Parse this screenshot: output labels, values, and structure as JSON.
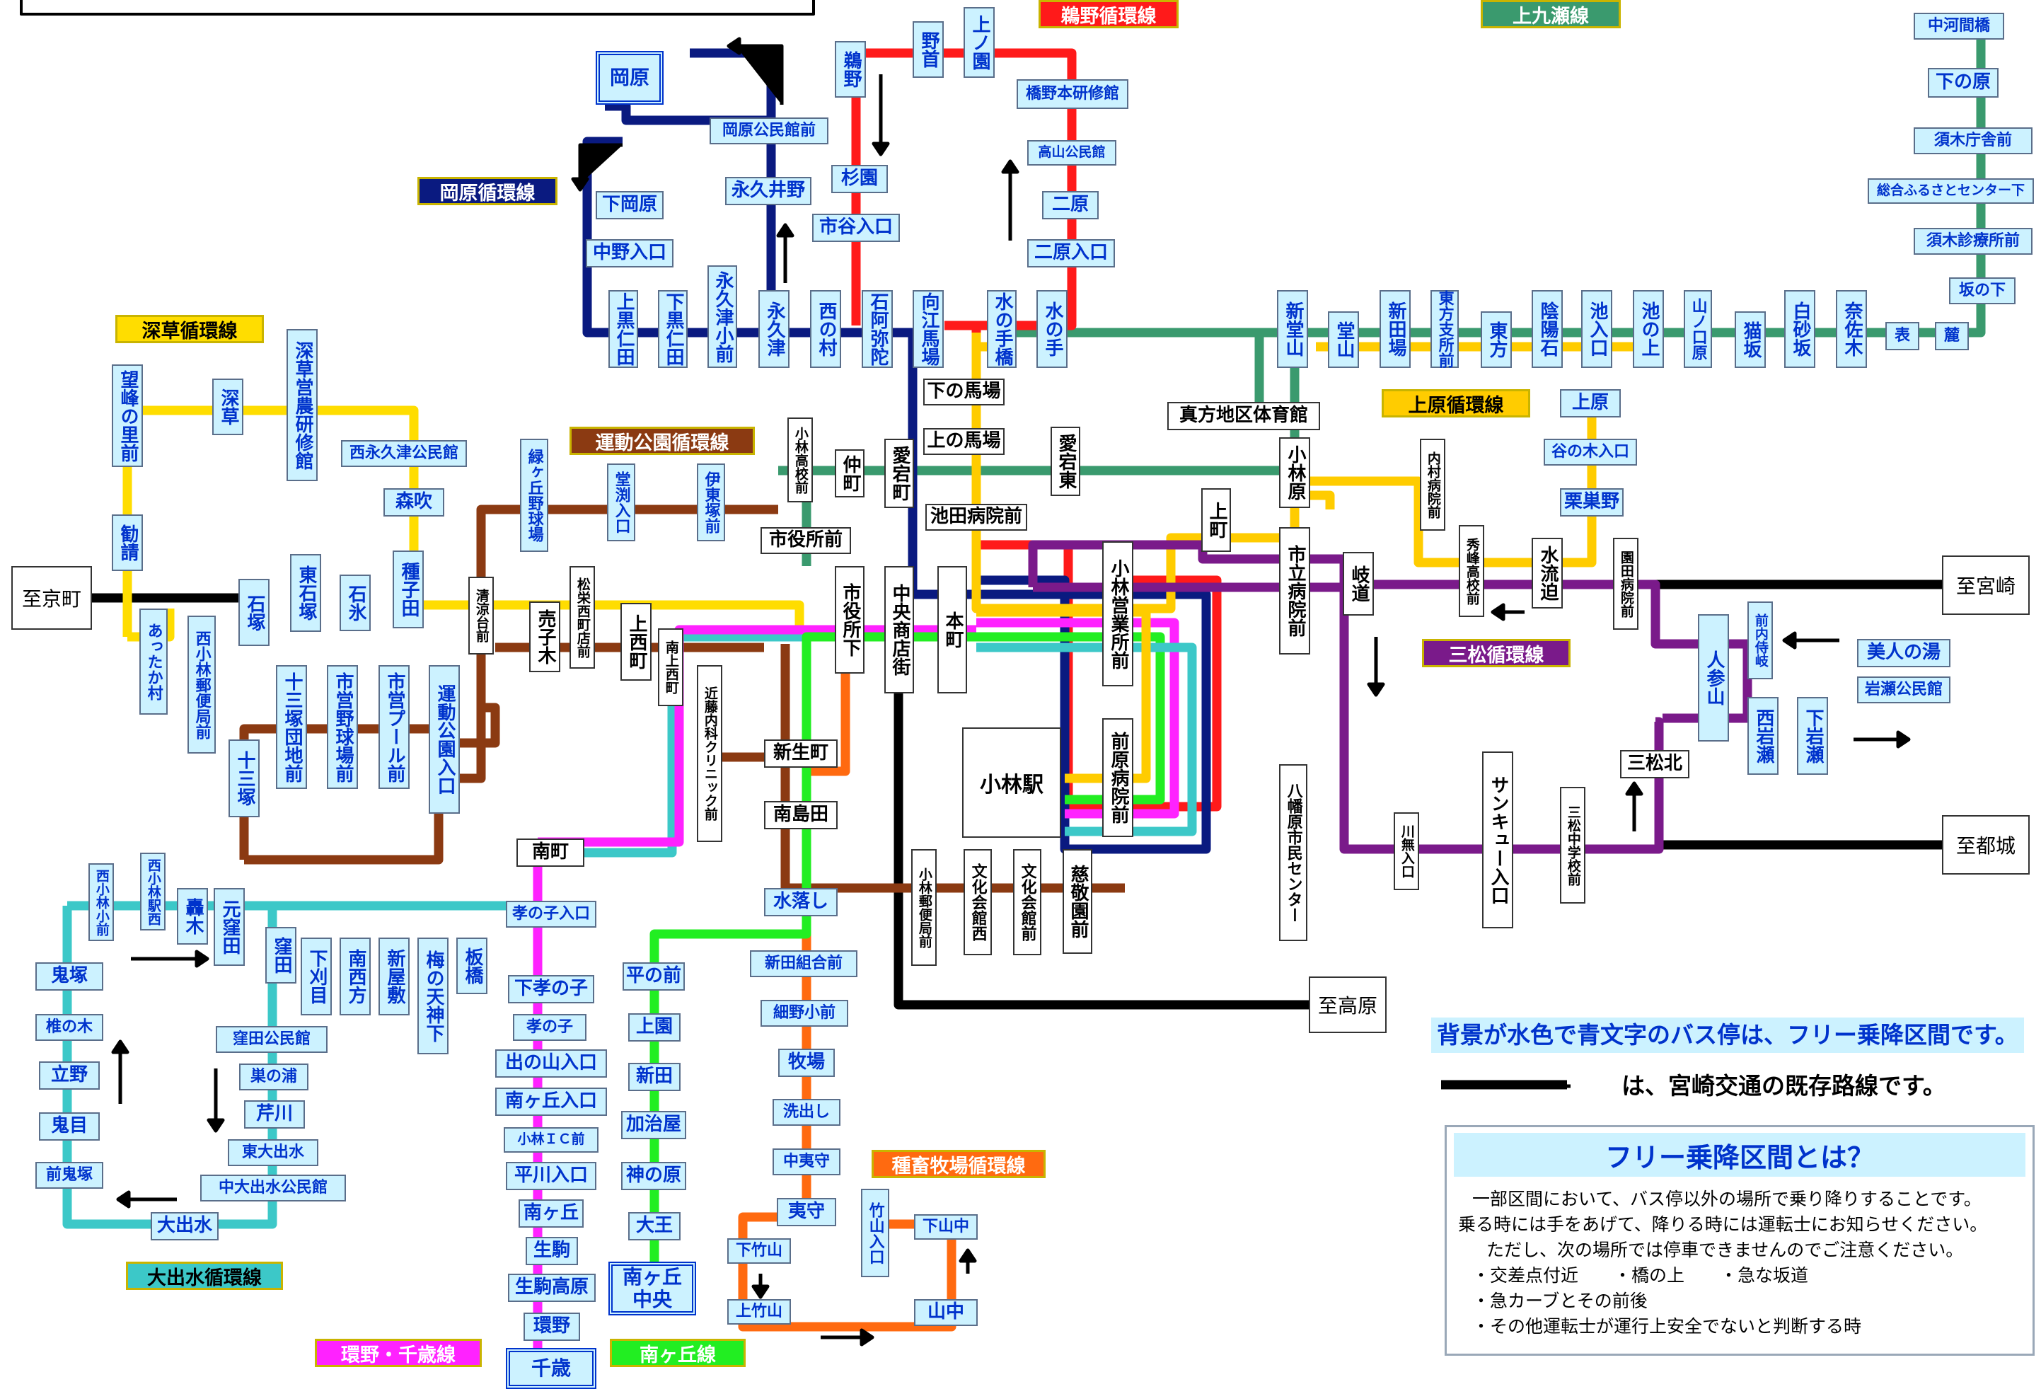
{
  "routes": {
    "kamono": "鵜野循環線",
    "kamikuse": "上九瀬線",
    "okahara": "岡原循環線",
    "fukakusa": "深草循環線",
    "undo": "運動公園循環線",
    "jouhara": "上原循環線",
    "mimatsu": "三松循環線",
    "shukuchiku": "種畜牧場循環線",
    "oodemizu": "大出水循環線",
    "tamano": "環野・千歳線",
    "minamigaoka": "南ヶ丘線"
  },
  "colors": {
    "red": "#ff1a1a",
    "green": "#3a9a6e",
    "navy": "#0a1a80",
    "yellow": "#ffdd00",
    "brown": "#8b3a12",
    "gold": "#ffcc00",
    "purple": "#7a1a8a",
    "orange": "#ff6a10",
    "cyan": "#3cc8c8",
    "magenta": "#ff22ff",
    "lime": "#22ee22",
    "black": "#000000",
    "stop_bg": "#ccf2ff",
    "stop_text": "#0033cc"
  },
  "destinations": {
    "kyomachi": "至京町",
    "miyazaki": "至宮崎",
    "miyakonojo": "至都城",
    "takaharu": "至高原"
  },
  "station": "小林駅",
  "stops": {
    "okahara": "岡原",
    "okahara_kominkan": "岡原公民館前",
    "shimo_okahara": "下岡原",
    "nakano_iriguchi": "中野入口",
    "kami_kuroniita": "上黒仁田",
    "shimo_kuroniita": "下黒仁田",
    "nagakuzu_shomae": "永久津小前",
    "nagakuzu": "永久津",
    "nagakuino": "永久井野",
    "nishinomura": "西の村",
    "ishiamidaa": "石阿弥陀",
    "mukaebaba": "向江馬場",
    "mizunotehashi": "水の手橋",
    "mizunote": "水の手",
    "unno": "鵜野",
    "nokubi": "野首",
    "kaminoso": "上ノ園",
    "sugizono": "杉園",
    "ichiya_iriguchi": "市谷入口",
    "hashino_kenshu": "橋野本研修館",
    "takayama_kominkan": "高山公民館",
    "nihara": "二原",
    "nihara_iriguchi": "二原入口",
    "shimonobaba": "下の馬場",
    "kaminobaba": "上の馬場",
    "ikeda_byoin": "池田病院前",
    "atagohigashi": "愛宕東",
    "atagomachi": "愛宕町",
    "nakamachi": "仲町",
    "kobayashi_koko": "小林高校前",
    "shiyakusho_mae": "市役所前",
    "shiyakusho_shita": "市役所下",
    "chuo_shotengai": "中央商店街",
    "honmachi": "本町",
    "eigyosho": "小林営業所前",
    "maehara_byoin": "前原病院前",
    "kamimachi": "上町",
    "shiritsu_byoin": "市立病院前",
    "kobayashihara": "小林原",
    "mamata_taiikukan": "真方地区体育館",
    "shindoyama": "新堂山",
    "doyama": "堂山",
    "shintaba": "新田場",
    "higashikata_shisho": "東方支所前",
    "higashikata": "東方",
    "kageyoishi": "陰陽石",
    "ike_iriguchi": "池入口",
    "ikenoue": "池の上",
    "yamanokuchibaru": "山ノ口原",
    "nekosaka": "猫坂",
    "shirasuzaka": "白砂坂",
    "nasagi": "奈佐木",
    "omote": "表",
    "fumoto": "麓",
    "sakanoshita": "坂の下",
    "suki_shinryosho": "須木診療所前",
    "sogo_furusato": "総合ふるさとセンター下",
    "suki_chosha": "須木庁舎前",
    "shimonohara": "下の原",
    "nakagomabashi": "中河間橋",
    "uehara": "上原",
    "taninoki_iriguchi": "谷の木入口",
    "kurusuno": "栗巣野",
    "uchida_byoin": "内村病院前",
    "shuho_koko": "秀峰高校前",
    "mizunagare": "水流迫",
    "sonoda_byoin": "園田病院前",
    "gido": "岐道",
    "hatabaru_center": "八幡原市民センター",
    "kawanashi_iriguchi": "川無入口",
    "sankyu_iriguchi": "サンキュー入口",
    "mimatsu_chugakko": "三松中学校前",
    "mimatsukita": "三松北",
    "hitosanyama": "人参山",
    "maeuchijiki": "前内侍岐",
    "nishiiwase": "西岩瀬",
    "shimoiwase": "下岩瀬",
    "bijin_no_yu": "美人の湯",
    "iwase_kominkan": "岩瀬公民館",
    "nozomi_nosato": "望峰の里前",
    "fukakusa": "深草",
    "fukakusa_nokenshu": "深草営農研修館",
    "nishinagakuzu_kominkan": "西永久津公民館",
    "morifuki": "森吹",
    "kanjo": "勧請",
    "attakamura": "あったか村",
    "nishikobayashi_yubinkyoku": "西小林郵便局前",
    "ishizuka": "石塚",
    "higashi_ishizuka": "東石塚",
    "ishihi": "石氷",
    "tanegoda": "種子田",
    "jusanzuka_danchi": "十三塚団地前",
    "shiei_yakyujo": "市営野球場前",
    "shiei_pool": "市営プール前",
    "undokoen_iriguchi": "運動公園入口",
    "jusanzuka": "十三塚",
    "midorigaoka_yakyujo": "緑ヶ丘野球場",
    "dobuchi_iriguchi": "堂渕入口",
    "itozuka_mae": "伊東塚前",
    "seiryodai": "清涼台前",
    "matsue_nishimachi": "松栄西町店前",
    "urikogi": "売子木",
    "kaminishimachi": "上西町",
    "minamikaminishimachi": "南上西町",
    "kondo_clinic": "近藤内科クリニック前",
    "shinseicho": "新生町",
    "minamishimada": "南島田",
    "mizuochi": "水落し",
    "shinden_kumiai": "新田組合前",
    "hosono_shomae": "細野小前",
    "makiba": "牧場",
    "araidashi": "洗出し",
    "nakaebimori": "中夷守",
    "ebimori": "夷守",
    "takeyama_iriguchi": "竹山入口",
    "shimotakeyama": "下竹山",
    "kamitakeyama": "上竹山",
    "shimoyamanaka": "下山中",
    "yamanaka": "山中",
    "kobayashi_yubinkyoku": "小林郵便局前",
    "bunka_kaikan_nishi": "文化会館西",
    "bunka_kaikan": "文化会館前",
    "jikeien": "慈敬園前",
    "minamimachi": "南町",
    "konoko_iriguchi": "孝の子入口",
    "shimo_konoko": "下孝の子",
    "konoko": "孝の子",
    "idenoyama_iriguchi": "出の山入口",
    "minamigaoka_iriguchi": "南ヶ丘入口",
    "kobayashi_ic": "小林ＩＣ前",
    "hirakawa_iriguchi": "平川入口",
    "minamigaoka_hill": "南ヶ丘",
    "ikoma": "生駒",
    "ikoma_kogen": "生駒高原",
    "tamano": "環野",
    "chitose": "千歳",
    "hiranomae": "平の前",
    "kamizono": "上園",
    "shinden": "新田",
    "kajiya": "加治屋",
    "kaminohara": "神の原",
    "oou": "大王",
    "minamigaoka_chuo": "南ヶ丘中央",
    "nishikobayashi_shomae": "西小林小前",
    "nishikobayashi_ekinishi": "西小林駅西",
    "todoroki": "轟木",
    "motokubota": "元窪田",
    "kubota": "窪田",
    "shimokarime": "下刈目",
    "minaminishikata": "南西方",
    "shinyashiki": "新屋敷",
    "umenotenjinshita": "梅の天神下",
    "itabashi": "板橋",
    "onizuka": "鬼塚",
    "kunoki": "椎の木",
    "tateno": "立野",
    "onime": "鬼目",
    "maeonizuka": "前鬼塚",
    "kubota_kominkan": "窪田公民館",
    "sunoura": "巣の浦",
    "serikawa": "芹川",
    "higashi_oodemizu": "東大出水",
    "naka_oodemizu_kominkan": "中大出水公民館",
    "oodemizu": "大出水"
  },
  "notes": {
    "free_zone": "背景が水色で青文字のバス停は、フリー乗降区間です。",
    "miyako_line": "は、宮崎交通の既存路線です。"
  },
  "legend": {
    "title": "フリー乗降区間とは？",
    "lines": [
      "一部区間において、バス停以外の場所で乗り降りすることです。",
      "乗る時には手をあげて、降りる時には運転士にお知らせください。",
      "ただし、次の場所では停車できませんのでご注意ください。",
      "・交差点付近　　・橋の上　　・急な坂道",
      "・急カーブとその前後",
      "・その他運転士が運行上安全でないと判断する時"
    ]
  }
}
